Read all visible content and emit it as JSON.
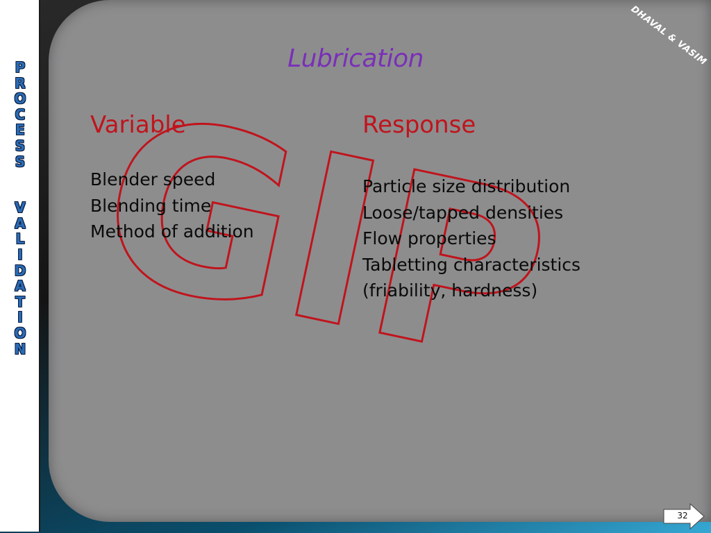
{
  "sidebar": {
    "title_line1": [
      "P",
      "R",
      "O",
      "C",
      "E",
      "S",
      "S"
    ],
    "title_line2": [
      "V",
      "A",
      "L",
      "I",
      "D",
      "A",
      "T",
      "I",
      "O",
      "N"
    ]
  },
  "slide": {
    "title": "Lubrication",
    "corner_tag": "DHAVAL & VASIM",
    "watermark": "GIP",
    "page_number": "32"
  },
  "columns": {
    "variable": {
      "heading": "Variable",
      "items": [
        "Blender speed",
        "Blending time",
        "Method of addition"
      ]
    },
    "response": {
      "heading": "Response",
      "items": [
        "Particle size distribution",
        "Loose/tapped densities",
        "Flow properties",
        "Tabletting characteristics",
        "(friability, hardness)"
      ]
    }
  },
  "colors": {
    "title": "#7a2fb8",
    "heading": "#c0141c",
    "sidebar_letters": "#2a6cb6",
    "panel": "#8d8d8e",
    "watermark_stroke": "#c0141c"
  }
}
